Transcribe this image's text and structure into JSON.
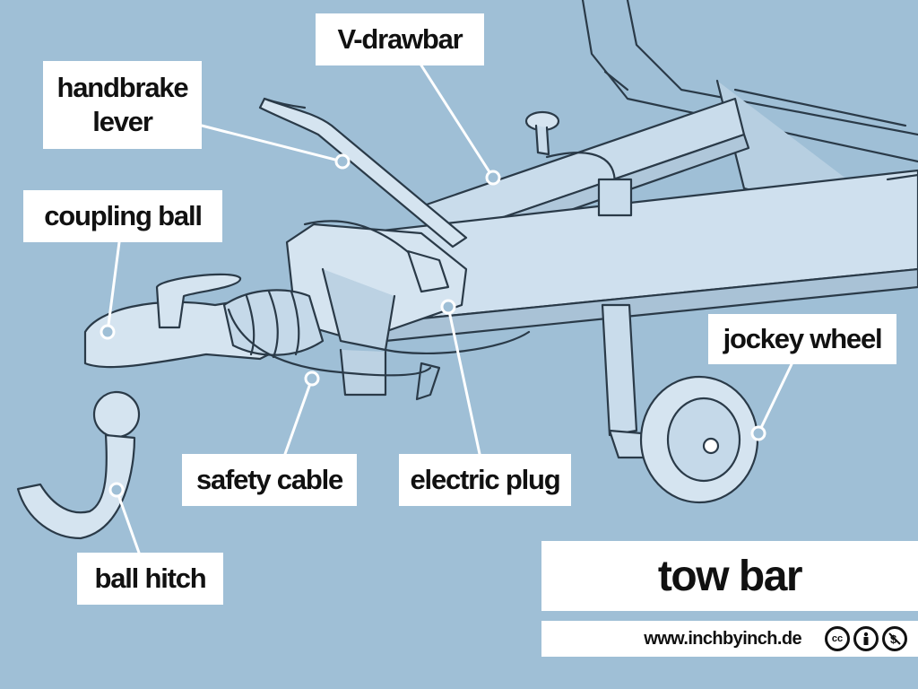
{
  "labels": {
    "v_drawbar": "V-drawbar",
    "handbrake_line1": "handbrake",
    "handbrake_line2": "lever",
    "coupling_ball": "coupling ball",
    "jockey_wheel": "jockey wheel",
    "safety_cable": "safety cable",
    "electric_plug": "electric plug",
    "ball_hitch": "ball hitch"
  },
  "title": "tow bar",
  "credit": {
    "url": "www.inchbyinch.de",
    "license_icons": [
      "cc-icon",
      "by-icon",
      "nc-icon"
    ]
  },
  "colors": {
    "background": "#9fbfd6",
    "metal": "#c9dceb",
    "outline": "#2a3a48",
    "label_bg": "#ffffff"
  }
}
